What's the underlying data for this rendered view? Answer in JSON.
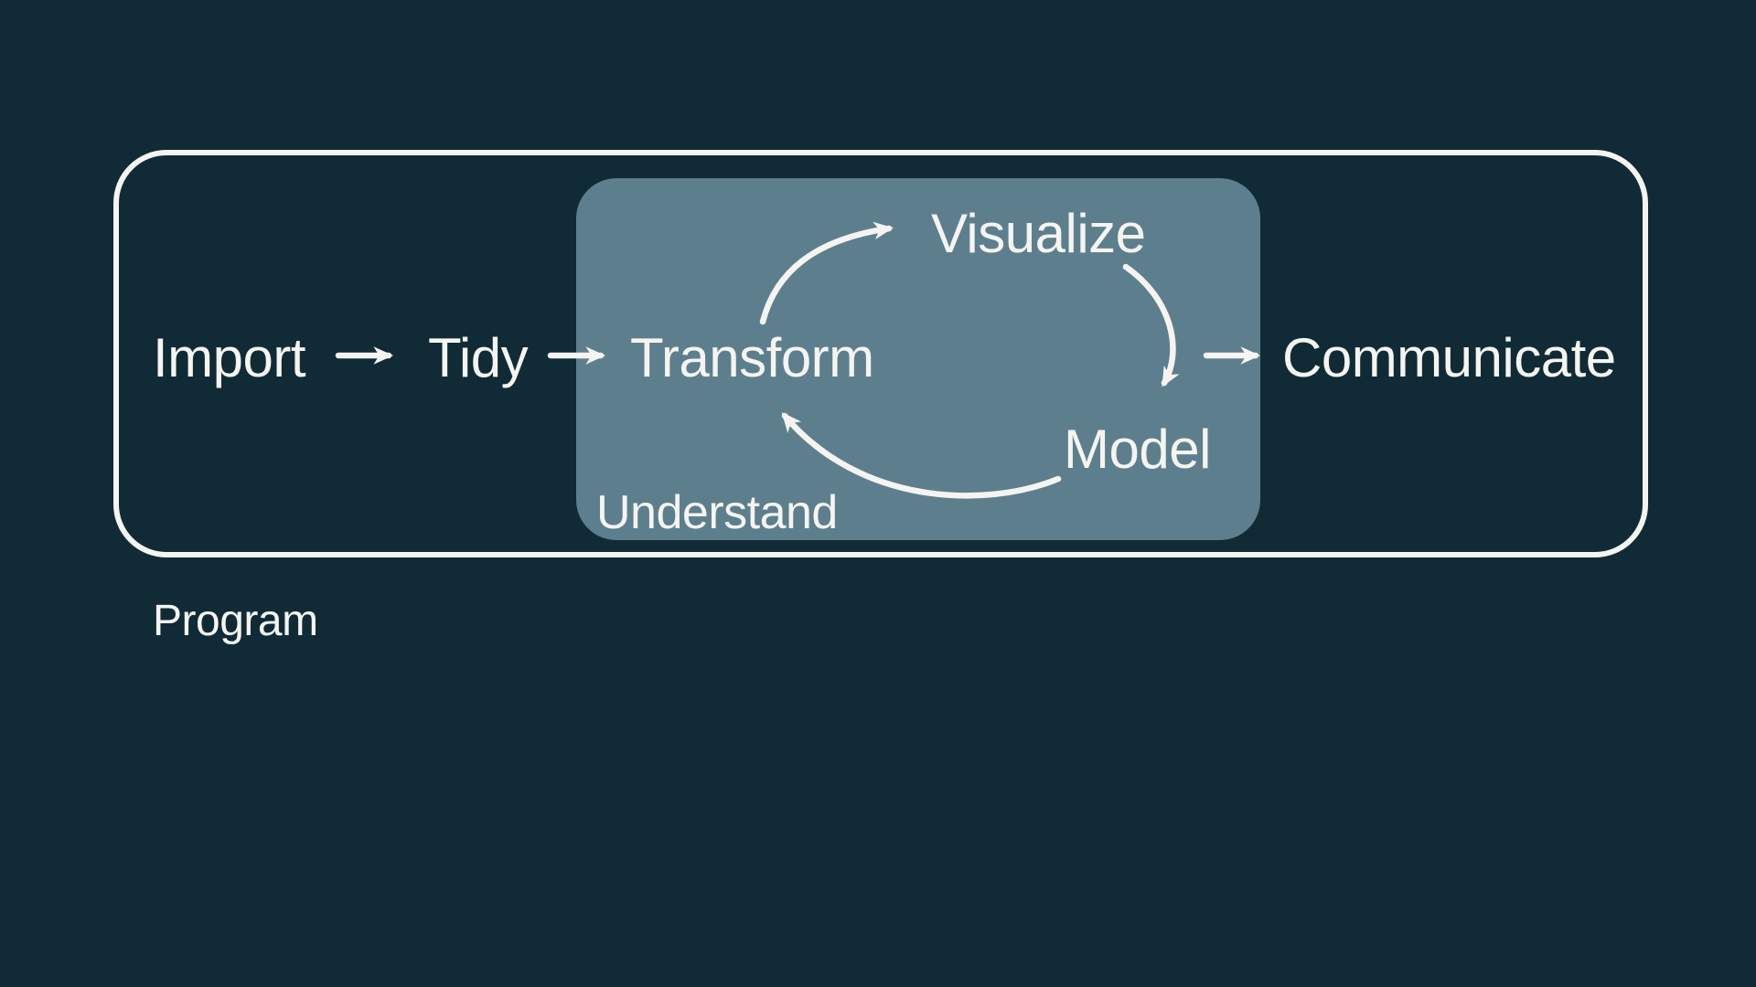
{
  "colors": {
    "background": "#102b36",
    "panel": "#5d7f8d",
    "ink": "#f5f4f1"
  },
  "diagram": {
    "program_label": "Program",
    "understand_label": "Understand",
    "nodes": {
      "import": "Import",
      "tidy": "Tidy",
      "transform": "Transform",
      "visualize": "Visualize",
      "model": "Model",
      "communicate": "Communicate"
    }
  }
}
